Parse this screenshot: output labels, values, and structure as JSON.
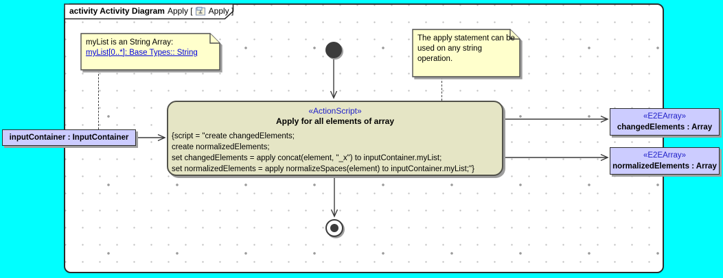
{
  "frame": {
    "title_bold": "activity Activity Diagram",
    "title_pre": "Apply [",
    "title_post": "Apply ]"
  },
  "notes": {
    "left": {
      "text": "myList is an String Array:",
      "link": "myList[0..*]: Base Types:: String"
    },
    "right": {
      "lines": [
        "The apply statement can be",
        "used on any string",
        "operation."
      ]
    }
  },
  "action": {
    "stereotype": "«ActionScript»",
    "title": "Apply for all elements of array",
    "script": [
      "{script = \"create changedElements;",
      "create normalizedElements;",
      "set changedElements = apply concat(element, \"_x\") to inputContainer.myList;",
      "set normalizedElements = apply normalizeSpaces(element) to inputContainer.myList;\"}"
    ]
  },
  "objects": {
    "input_container": {
      "label": "inputContainer : InputContainer"
    },
    "changed_elements": {
      "stereotype": "«E2EArray»",
      "label": "changedElements : Array"
    },
    "normalized_elements": {
      "stereotype": "«E2EArray»",
      "label": "normalizedElements : Array"
    }
  },
  "colors": {
    "canvas_bg": "#00FFFF",
    "frame_bg": "#FFFFFF",
    "note_bg": "#FFFFCC",
    "action_bg": "#E5E5C5",
    "object_bg": "#CCCCFF",
    "stereotype_text": "#2020C8",
    "link_text": "#0000DD",
    "shadow": "#9E9E9E",
    "edge_line": "#3A3A3A"
  }
}
